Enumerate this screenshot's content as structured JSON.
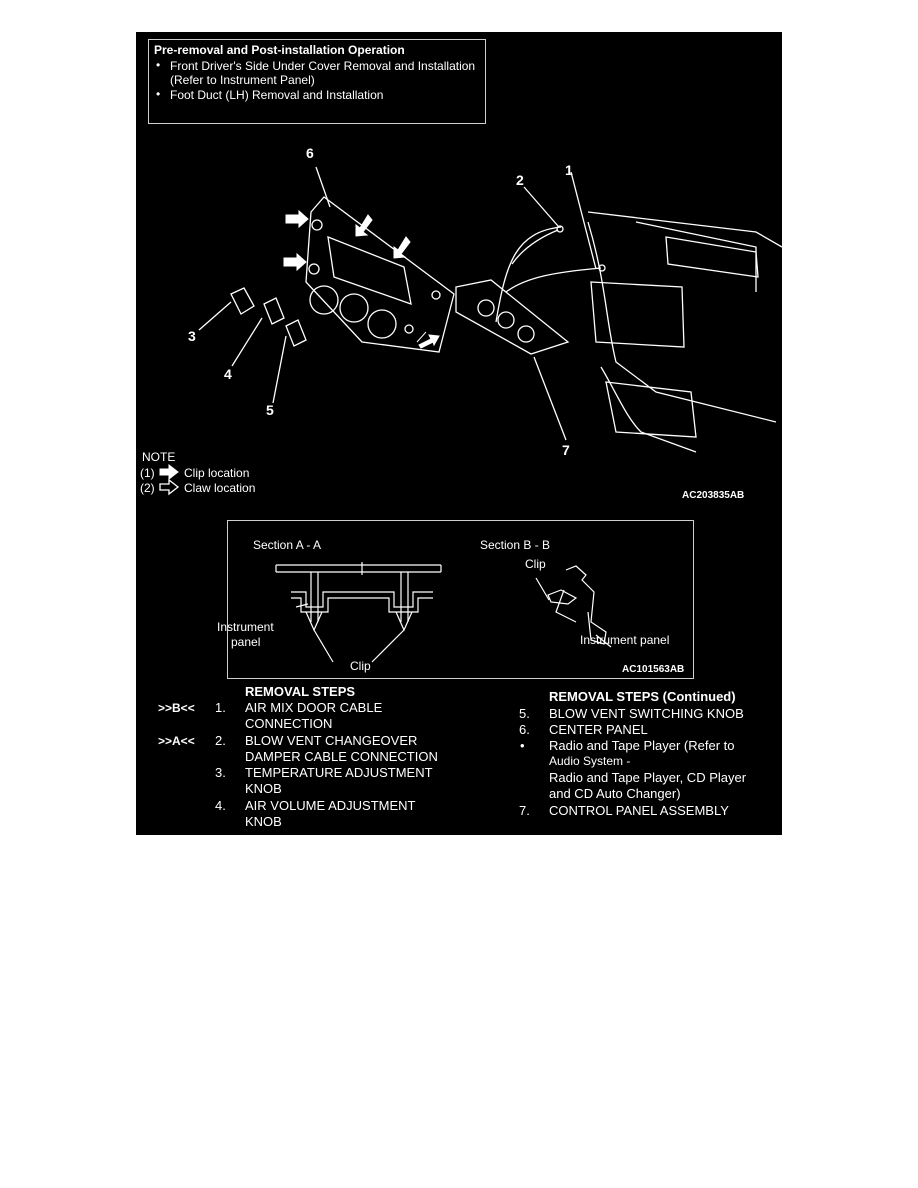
{
  "preop": {
    "title": "Pre-removal and Post-installation Operation",
    "items": [
      {
        "line1": "Front Driver's Side Under Cover Removal and Installation",
        "line2": "(Refer to Instrument Panel)"
      },
      {
        "line1": "Foot Duct (LH) Removal and Installation",
        "line2": ""
      }
    ],
    "bullet": "•"
  },
  "callouts": [
    "1",
    "2",
    "3",
    "4",
    "5",
    "6",
    "7"
  ],
  "note": {
    "title": "NOTE",
    "clip_num": "(1)",
    "clip_text": "Clip location",
    "claw_num": "(2)",
    "claw_text": "Claw location"
  },
  "figure_codes": {
    "main": "AC203835AB",
    "section": "AC101563AB"
  },
  "sections": {
    "a_title": "Section A - A",
    "b_title": "Section B - B",
    "instrument_panel_a_line1": "Instrument",
    "instrument_panel_a_line2": "panel",
    "clip_a": "Clip",
    "clip_b": "Clip",
    "instrument_panel_b": "Instrument panel"
  },
  "removal_steps": {
    "heading": "REMOVAL STEPS",
    "steps": [
      {
        "lead": ">>B<<",
        "num": "1.",
        "line1": "AIR MIX DOOR CABLE",
        "line2": "CONNECTION"
      },
      {
        "lead": ">>A<<",
        "num": "2.",
        "line1": "BLOW VENT CHANGEOVER",
        "line2": "DAMPER CABLE CONNECTION"
      },
      {
        "lead": "",
        "num": "3.",
        "line1": "TEMPERATURE ADJUSTMENT",
        "line2": "KNOB"
      },
      {
        "lead": "",
        "num": "4.",
        "line1": "AIR VOLUME ADJUSTMENT",
        "line2": "KNOB"
      }
    ]
  },
  "removal_steps_continued": {
    "heading": "REMOVAL STEPS (Continued)",
    "step5": {
      "num": "5.",
      "text": "BLOW VENT SWITCHING KNOB"
    },
    "step6": {
      "num": "6.",
      "text": "CENTER PANEL"
    },
    "radio": {
      "bullet": "•",
      "line1": "Radio and Tape Player (Refer to",
      "line2": "Audio System -",
      "line3": "Radio and Tape Player, CD Player",
      "line4": "and CD Auto Changer)"
    },
    "step7": {
      "num": "7.",
      "text": "CONTROL PANEL ASSEMBLY"
    }
  },
  "colors": {
    "background": "#000000",
    "foreground": "#ffffff"
  }
}
